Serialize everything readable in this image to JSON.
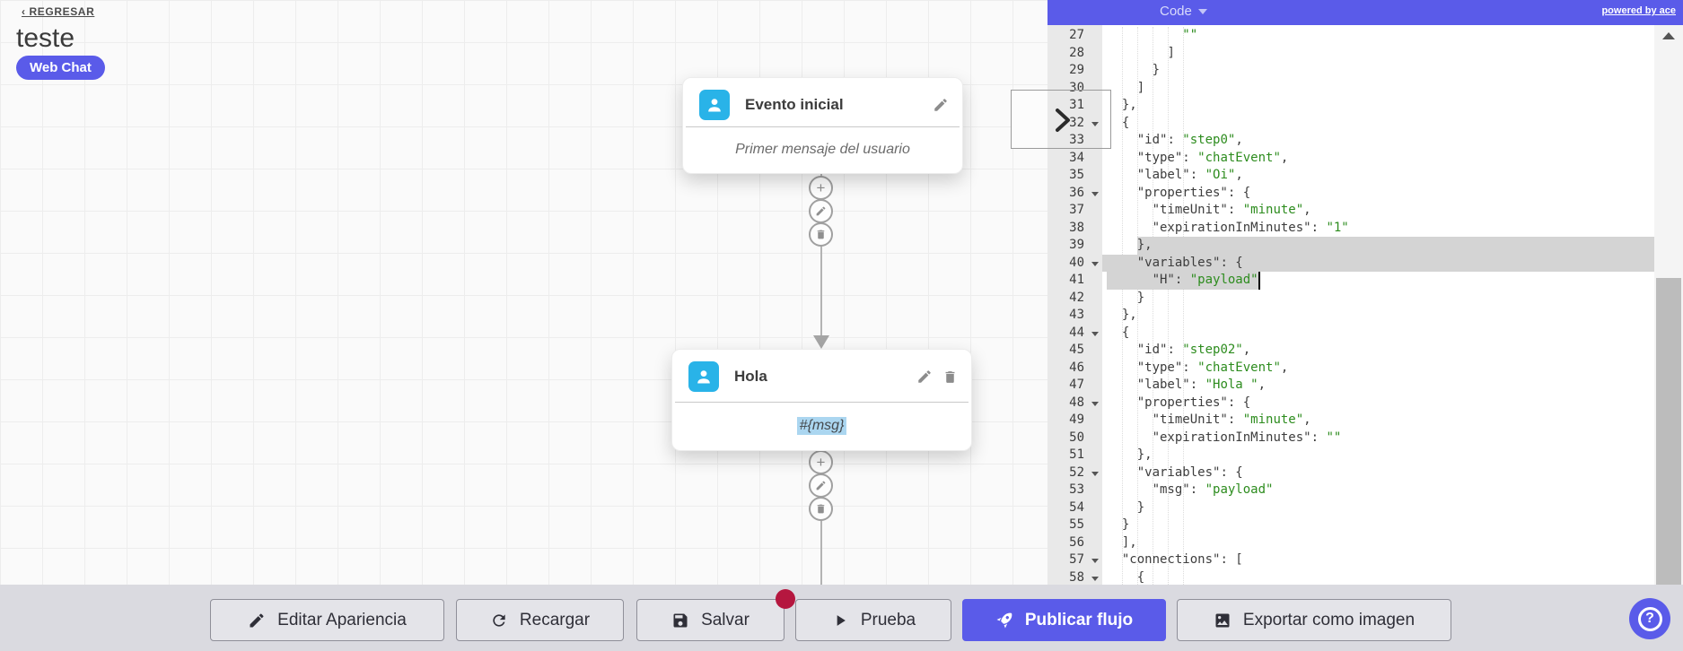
{
  "page": {
    "back_label": "‹ REGRESAR",
    "flow_title": "teste",
    "channel_badge": "Web Chat"
  },
  "colors": {
    "accent_purple": "#5a5be9",
    "node_icon_cyan": "#29b3e8",
    "code_string_green": "#2d8c1e",
    "selection_gray": "#d4d4d4",
    "msg_highlight_blue": "#abd6f0",
    "unsaved_dot_red": "#b5173f"
  },
  "canvas": {
    "nodes": [
      {
        "title": "Evento inicial",
        "body": "Primer mensaje del usuario",
        "icon": "user-icon",
        "actions": [
          "edit"
        ]
      },
      {
        "title": "Hola",
        "body": "#{msg}",
        "icon": "user-icon",
        "actions": [
          "edit",
          "delete"
        ]
      }
    ],
    "connector_actions": [
      "add",
      "edit",
      "delete"
    ]
  },
  "code_panel": {
    "mode_label": "Code",
    "powered_by_label": "powered by ace",
    "lines": [
      {
        "n": 27,
        "i": 5,
        "t": [
          [
            "s",
            "\"\""
          ]
        ]
      },
      {
        "n": 28,
        "i": 4,
        "t": [
          [
            "p",
            "]"
          ]
        ]
      },
      {
        "n": 29,
        "i": 3,
        "t": [
          [
            "p",
            "}"
          ]
        ]
      },
      {
        "n": 30,
        "i": 2,
        "t": [
          [
            "p",
            "]"
          ]
        ]
      },
      {
        "n": 31,
        "i": 1,
        "t": [
          [
            "p",
            "},"
          ]
        ]
      },
      {
        "n": 32,
        "i": 1,
        "f": 1,
        "t": [
          [
            "p",
            "{"
          ]
        ]
      },
      {
        "n": 33,
        "i": 2,
        "t": [
          [
            "k",
            "\"id\""
          ],
          [
            "p",
            ": "
          ],
          [
            "s",
            "\"step0\""
          ],
          [
            "p",
            ","
          ]
        ]
      },
      {
        "n": 34,
        "i": 2,
        "t": [
          [
            "k",
            "\"type\""
          ],
          [
            "p",
            ": "
          ],
          [
            "s",
            "\"chatEvent\""
          ],
          [
            "p",
            ","
          ]
        ]
      },
      {
        "n": 35,
        "i": 2,
        "t": [
          [
            "k",
            "\"label\""
          ],
          [
            "p",
            ": "
          ],
          [
            "s",
            "\"Oi\""
          ],
          [
            "p",
            ","
          ]
        ]
      },
      {
        "n": 36,
        "i": 2,
        "f": 1,
        "t": [
          [
            "k",
            "\"properties\""
          ],
          [
            "p",
            ": {"
          ]
        ]
      },
      {
        "n": 37,
        "i": 3,
        "t": [
          [
            "k",
            "\"timeUnit\""
          ],
          [
            "p",
            ": "
          ],
          [
            "s",
            "\"minute\""
          ],
          [
            "p",
            ","
          ]
        ]
      },
      {
        "n": 38,
        "i": 3,
        "t": [
          [
            "k",
            "\"expirationInMinutes\""
          ],
          [
            "p",
            ": "
          ],
          [
            "s",
            "\"1\""
          ]
        ]
      },
      {
        "n": 39,
        "i": 2,
        "sel": "tail",
        "t": [
          [
            "p",
            "},"
          ]
        ]
      },
      {
        "n": 40,
        "i": 2,
        "f": 1,
        "sel": "full",
        "t": [
          [
            "k",
            "\"variables\""
          ],
          [
            "p",
            ": {"
          ]
        ]
      },
      {
        "n": 41,
        "i": 3,
        "sel": "text",
        "cursor": true,
        "t": [
          [
            "k",
            "\"H\""
          ],
          [
            "p",
            ": "
          ],
          [
            "s",
            "\"payload\""
          ]
        ]
      },
      {
        "n": 42,
        "i": 2,
        "t": [
          [
            "p",
            "}"
          ]
        ]
      },
      {
        "n": 43,
        "i": 1,
        "t": [
          [
            "p",
            "},"
          ]
        ]
      },
      {
        "n": 44,
        "i": 1,
        "f": 1,
        "t": [
          [
            "p",
            "{"
          ]
        ]
      },
      {
        "n": 45,
        "i": 2,
        "t": [
          [
            "k",
            "\"id\""
          ],
          [
            "p",
            ": "
          ],
          [
            "s",
            "\"step02\""
          ],
          [
            "p",
            ","
          ]
        ]
      },
      {
        "n": 46,
        "i": 2,
        "t": [
          [
            "k",
            "\"type\""
          ],
          [
            "p",
            ": "
          ],
          [
            "s",
            "\"chatEvent\""
          ],
          [
            "p",
            ","
          ]
        ]
      },
      {
        "n": 47,
        "i": 2,
        "t": [
          [
            "k",
            "\"label\""
          ],
          [
            "p",
            ": "
          ],
          [
            "s",
            "\"Hola \""
          ],
          [
            "p",
            ","
          ]
        ]
      },
      {
        "n": 48,
        "i": 2,
        "f": 1,
        "t": [
          [
            "k",
            "\"properties\""
          ],
          [
            "p",
            ": {"
          ]
        ]
      },
      {
        "n": 49,
        "i": 3,
        "t": [
          [
            "k",
            "\"timeUnit\""
          ],
          [
            "p",
            ": "
          ],
          [
            "s",
            "\"minute\""
          ],
          [
            "p",
            ","
          ]
        ]
      },
      {
        "n": 50,
        "i": 3,
        "t": [
          [
            "k",
            "\"expirationInMinutes\""
          ],
          [
            "p",
            ": "
          ],
          [
            "s",
            "\"\""
          ]
        ]
      },
      {
        "n": 51,
        "i": 2,
        "t": [
          [
            "p",
            "},"
          ]
        ]
      },
      {
        "n": 52,
        "i": 2,
        "f": 1,
        "t": [
          [
            "k",
            "\"variables\""
          ],
          [
            "p",
            ": {"
          ]
        ]
      },
      {
        "n": 53,
        "i": 3,
        "t": [
          [
            "k",
            "\"msg\""
          ],
          [
            "p",
            ": "
          ],
          [
            "s",
            "\"payload\""
          ]
        ]
      },
      {
        "n": 54,
        "i": 2,
        "t": [
          [
            "p",
            "}"
          ]
        ]
      },
      {
        "n": 55,
        "i": 1,
        "t": [
          [
            "p",
            "}"
          ]
        ]
      },
      {
        "n": 56,
        "i": 1,
        "t": [
          [
            "p",
            "],"
          ]
        ]
      },
      {
        "n": 57,
        "i": 1,
        "f": 1,
        "t": [
          [
            "k",
            "\"connections\""
          ],
          [
            "p",
            ": ["
          ]
        ]
      },
      {
        "n": 58,
        "i": 2,
        "f": 1,
        "t": [
          [
            "p",
            "{"
          ]
        ]
      }
    ]
  },
  "toolbar": {
    "buttons": [
      {
        "name": "edit-appearance-button",
        "label": "Editar Apariencia",
        "icon": "edit-icon",
        "style": "default"
      },
      {
        "name": "reload-button",
        "label": "Recargar",
        "icon": "refresh-icon",
        "style": "default"
      },
      {
        "name": "save-button",
        "label": "Salvar",
        "icon": "save-icon",
        "style": "default"
      },
      {
        "name": "test-button",
        "label": "Prueba",
        "icon": "play-icon",
        "style": "default"
      },
      {
        "name": "publish-flow-button",
        "label": "Publicar flujo",
        "icon": "rocket-icon",
        "style": "primary"
      },
      {
        "name": "export-image-button",
        "label": "Exportar como imagen",
        "icon": "image-icon",
        "style": "default"
      }
    ]
  },
  "help_button": {
    "label": "?"
  }
}
